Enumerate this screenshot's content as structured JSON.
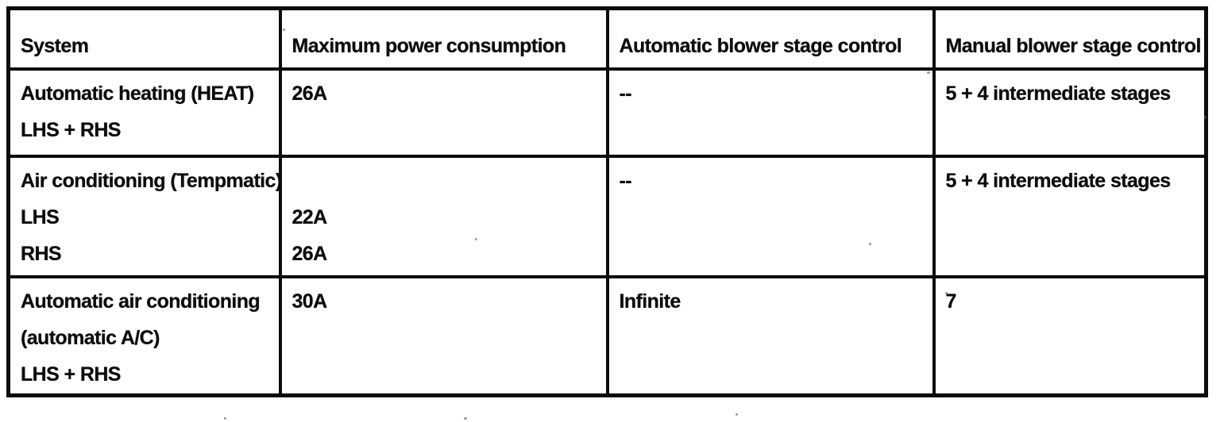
{
  "table": {
    "headers": [
      "System",
      "Maximum power consumption",
      "Automatic blower stage control",
      "Manual blower stage control"
    ],
    "rows": [
      {
        "system": [
          "Automatic heating (HEAT)",
          "LHS + RHS"
        ],
        "power": [
          "26A"
        ],
        "auto_blower": [
          "--"
        ],
        "manual_blower": [
          "5 + 4 intermediate stages"
        ]
      },
      {
        "system": [
          "Air conditioning (Tempmatic)",
          "LHS",
          "RHS"
        ],
        "power": [
          "",
          "22A",
          "26A"
        ],
        "auto_blower": [
          "--"
        ],
        "manual_blower": [
          "5 + 4 intermediate stages"
        ]
      },
      {
        "system": [
          "Automatic air conditioning",
          "(automatic A/C)",
          "LHS + RHS"
        ],
        "power": [
          "30A"
        ],
        "auto_blower": [
          "Infinite"
        ],
        "manual_blower": [
          "7"
        ]
      }
    ]
  }
}
